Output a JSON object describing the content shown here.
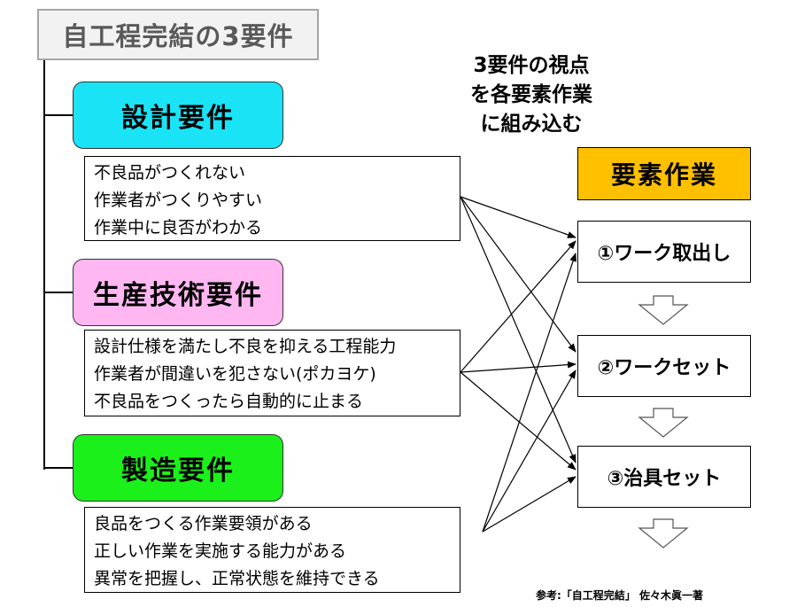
{
  "title": "自工程完結の3要件",
  "caption_lines": [
    "3要件の視点",
    "を各要素作業",
    "に組み込む"
  ],
  "requirements": [
    {
      "label": "設計要件",
      "color": "#1ae3f5",
      "details": [
        "不良品がつくれない",
        "作業者がつくりやすい",
        "作業中に良否がわかる"
      ]
    },
    {
      "label": "生産技術要件",
      "color": "#ffb7f2",
      "details": [
        "設計仕様を満たし不良を抑える工程能力",
        "作業者が間違いを犯さない(ポカヨケ)",
        "不良品をつくったら自動的に止まる"
      ]
    },
    {
      "label": "製造要件",
      "color": "#1cf01a",
      "details": [
        "良品をつくる作業要領がある",
        "正しい作業を実施する能力がある",
        "異常を把握し、正常状態を維持できる"
      ]
    }
  ],
  "elements": {
    "header": "要素作業",
    "header_color": "#ffc000",
    "steps": [
      "①ワーク取出し",
      "②ワークセット",
      "③治具セット"
    ]
  },
  "reference": "参考:「自工程完結」 佐々木眞一著"
}
